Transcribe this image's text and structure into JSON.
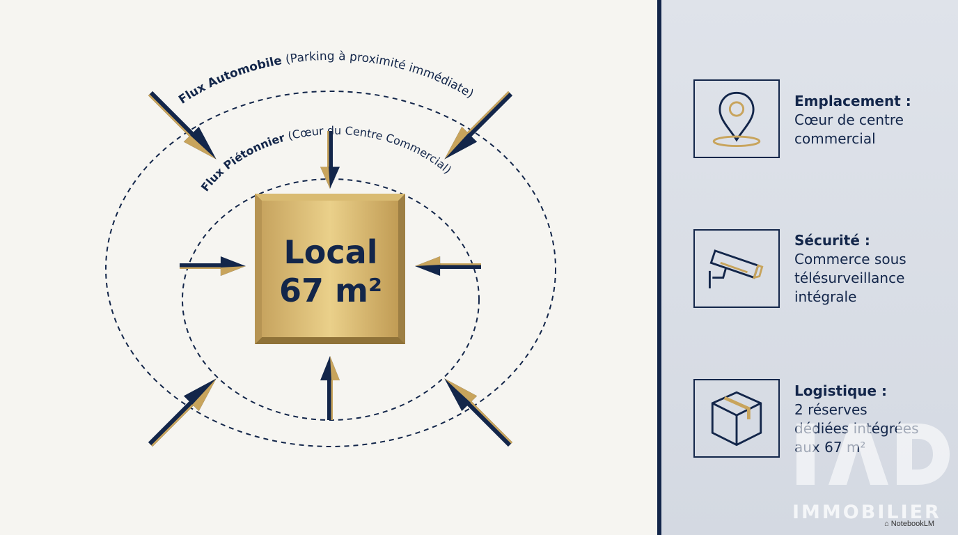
{
  "diagram": {
    "outer_ring": {
      "bold": "Flux Automobile",
      "light": " (Parking à proximité immédiate)"
    },
    "inner_ring": {
      "bold": "Flux Piétonnier",
      "light": " (Cœur du Centre Commercial)"
    },
    "center": {
      "line1": "Local",
      "line2": "67 m²"
    },
    "colors": {
      "navy": "#13264a",
      "gold": "#c8a45c",
      "gold_light": "#e6c97d"
    }
  },
  "cards": [
    {
      "icon": "location-pin-icon",
      "title": "Emplacement :",
      "lines": [
        "Cœur de centre",
        "commercial"
      ]
    },
    {
      "icon": "security-camera-icon",
      "title": "Sécurité :",
      "lines": [
        "Commerce sous",
        "télésurveillance",
        "intégrale"
      ]
    },
    {
      "icon": "package-box-icon",
      "title": "Logistique :",
      "lines": [
        "2 réserves",
        "dédiées intégrées",
        "aux 67 m²"
      ]
    }
  ],
  "watermark": {
    "text": "IMMOBILIER"
  },
  "credit": "NotebookLM"
}
